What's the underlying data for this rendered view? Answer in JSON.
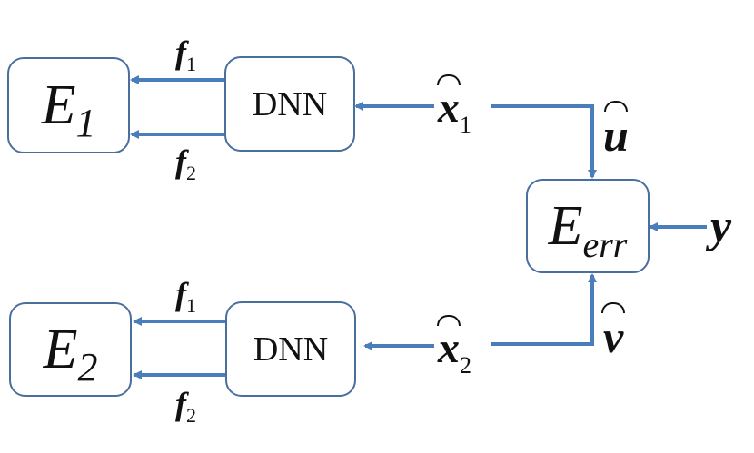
{
  "nodes": {
    "e1": {
      "main": "E",
      "sub": "1"
    },
    "e2": {
      "main": "E",
      "sub": "2"
    },
    "err": {
      "main": "E",
      "sub": "err"
    },
    "dnn1": {
      "label": "DNN"
    },
    "dnn2": {
      "label": "DNN"
    }
  },
  "labels": {
    "f1_top": {
      "main": "f",
      "sub": "1"
    },
    "f2_top": {
      "main": "f",
      "sub": "2"
    },
    "f1_bot": {
      "main": "f",
      "sub": "1"
    },
    "f2_bot": {
      "main": "f",
      "sub": "2"
    },
    "x1": {
      "main": "x",
      "sub": "1"
    },
    "x2": {
      "main": "x",
      "sub": "2"
    },
    "u": "u",
    "v": "v",
    "y": "y"
  },
  "colors": {
    "edge": "#4a7ebb",
    "border": "#4a6f9c",
    "text": "#111111"
  }
}
